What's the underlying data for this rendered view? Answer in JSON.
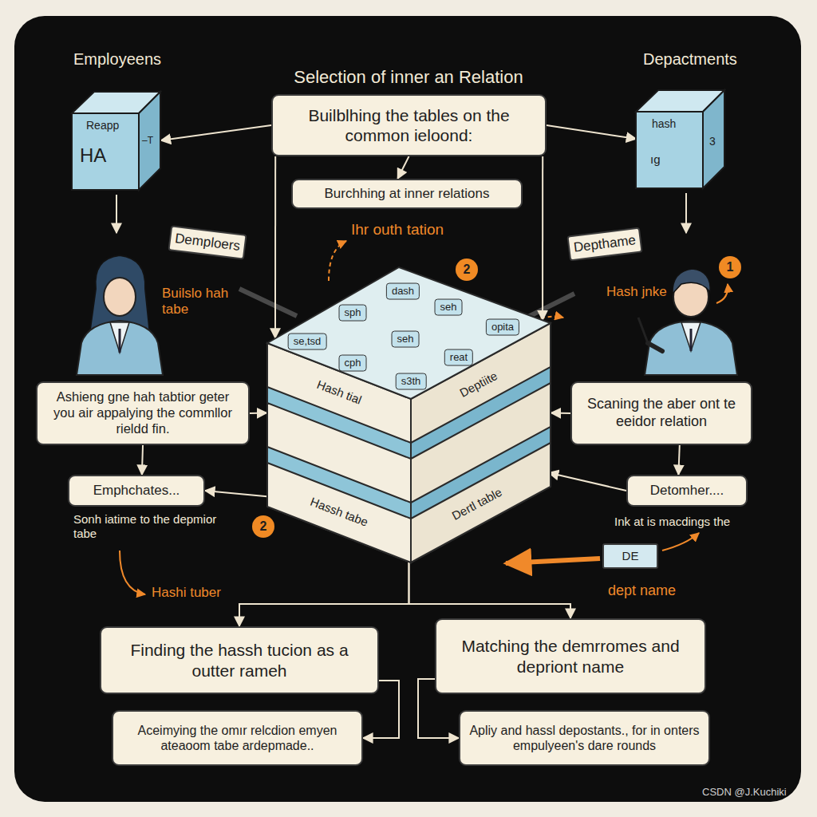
{
  "diagram": {
    "title": "Selection of inner an Relation",
    "nodes": [
      {
        "text": [
          "Builblhing the tables on the common ieloond:"
        ]
      },
      {
        "text": [
          "Burchhing at inner relations"
        ]
      },
      {
        "text": [
          "Reapp",
          "HA",
          "–T"
        ]
      },
      {
        "text": [
          "hash",
          "ıg",
          "3"
        ]
      },
      {
        "text": [
          "Demploers"
        ]
      },
      {
        "text": [
          "Depthame"
        ]
      },
      {
        "text": [
          "Hash tial",
          "Deptiite",
          "Hassh tabe",
          "Dertl table"
        ]
      },
      {
        "text": [
          "dash"
        ],
        "in": 6
      },
      {
        "text": [
          "sph"
        ],
        "in": 6
      },
      {
        "text": [
          "seh"
        ],
        "in": 6
      },
      {
        "text": [
          "opita"
        ],
        "in": 6
      },
      {
        "text": [
          "se,tsd"
        ],
        "in": 6
      },
      {
        "text": [
          "seh"
        ],
        "in": 6
      },
      {
        "text": [
          "cph"
        ],
        "in": 6
      },
      {
        "text": [
          "reat"
        ],
        "in": 6
      },
      {
        "text": [
          "s3th"
        ],
        "in": 6
      },
      {
        "text": [
          "Ashieng gne hah tabtior geter you air appalying the commllor rieldd fin."
        ]
      },
      {
        "text": [
          "Scaning the aber ont te eeidor relation"
        ]
      },
      {
        "text": [
          "Emphchates..."
        ]
      },
      {
        "text": [
          "Detomher...."
        ]
      },
      {
        "text": [
          "DE"
        ]
      },
      {
        "text": [
          "Finding the hassh tucion as a outter rameh"
        ]
      },
      {
        "text": [
          "Matching the demrromes and depriont name"
        ]
      },
      {
        "text": [
          "Aceimying the omır relcdion emyen ateaoom tabe ardepmade.."
        ]
      },
      {
        "text": [
          "Apliy and hassl depostants., for in onters empulyeen's dare rounds"
        ]
      }
    ],
    "edges": [
      {
        "from": 0,
        "to": 2,
        "arrow": "to"
      },
      {
        "from": 0,
        "to": 3,
        "arrow": "to"
      },
      {
        "from": 0,
        "to": 1,
        "arrow": "to"
      },
      {
        "from": 0,
        "to": 6,
        "arrow": "to"
      },
      {
        "from": 0,
        "to": 6,
        "arrow": "to"
      },
      {
        "from": 16,
        "to": 6,
        "arrow": "to"
      },
      {
        "from": 17,
        "to": 6,
        "arrow": "to"
      },
      {
        "from": 16,
        "to": 18,
        "arrow": "to"
      },
      {
        "from": 17,
        "to": 19,
        "arrow": "to"
      },
      {
        "from": 6,
        "to": 18,
        "arrow": "to"
      },
      {
        "from": 19,
        "to": 6,
        "arrow": "to"
      },
      {
        "from": 6,
        "to": 21,
        "arrow": "to"
      },
      {
        "from": 6,
        "to": 22,
        "arrow": "to"
      },
      {
        "from": 21,
        "to": 23,
        "arrow": "to"
      },
      {
        "from": 22,
        "to": 24,
        "arrow": "to"
      }
    ],
    "labels": [
      "Employeens",
      "Depactments",
      "Ihr outh tation",
      "Builslo hah tabe",
      "Hash jnke",
      "2",
      "1",
      "2",
      "Sonh iatime to the depmior tabe",
      "Ink at is macdings the",
      "Hashi tuber",
      "dept name",
      "CSDN @J.Kuchiki"
    ]
  }
}
